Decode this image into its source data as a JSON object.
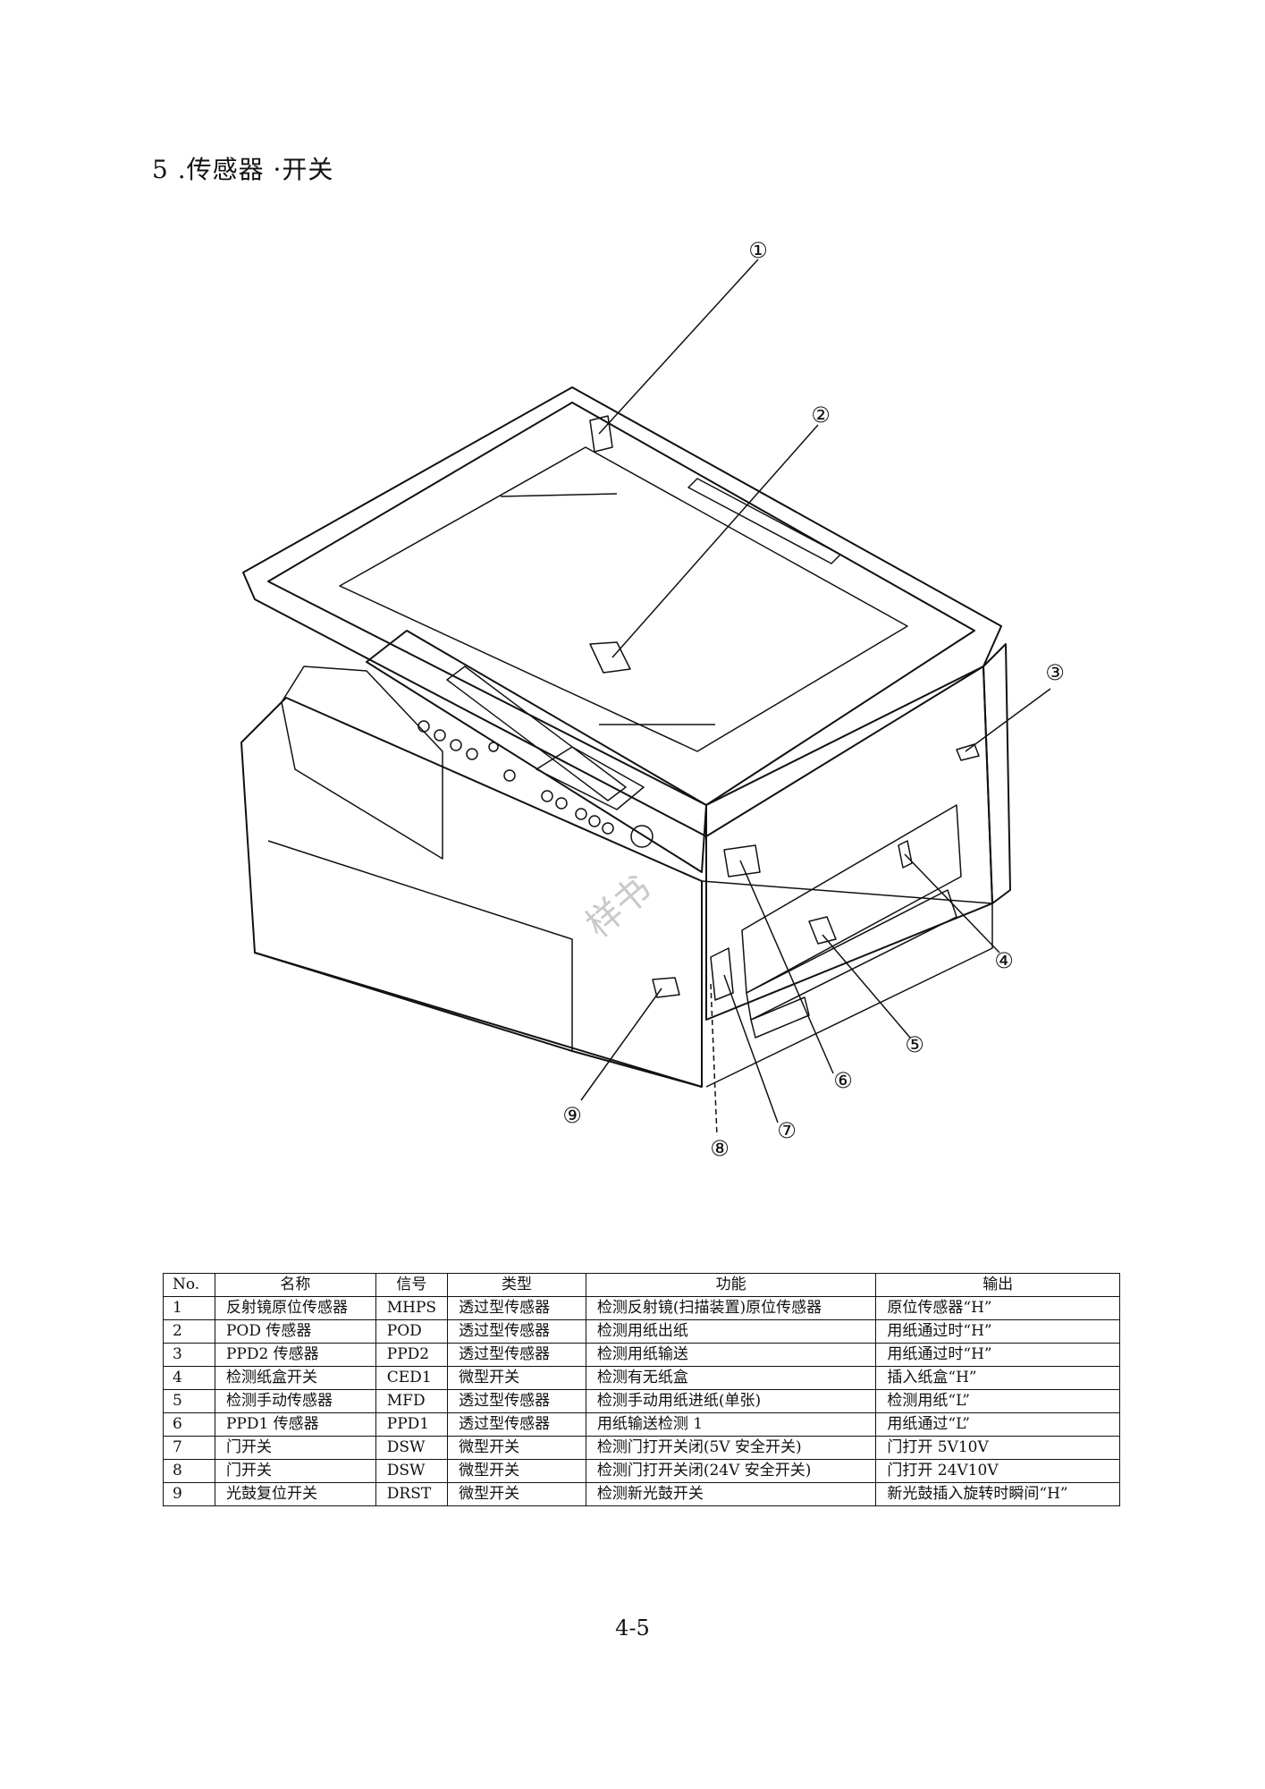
{
  "section": {
    "number": "5",
    "title": "传感器 ·开关",
    "heading": "5 .传感器 ·开关"
  },
  "figure": {
    "callouts": [
      "①",
      "②",
      "③",
      "④",
      "⑤",
      "⑥",
      "⑦",
      "⑧",
      "⑨"
    ],
    "watermark": "样书"
  },
  "table": {
    "headers": [
      "No.",
      "名称",
      "信号",
      "类型",
      "功能",
      "输出"
    ],
    "rows": [
      [
        "1",
        "反射镜原位传感器",
        "MHPS",
        "透过型传感器",
        "检测反射镜(扫描装置)原位传感器",
        "原位传感器“H”"
      ],
      [
        "2",
        "POD 传感器",
        "POD",
        "透过型传感器",
        "检测用纸出纸",
        "用纸通过时“H”"
      ],
      [
        "3",
        "PPD2 传感器",
        "PPD2",
        "透过型传感器",
        "检测用纸输送",
        "用纸通过时“H”"
      ],
      [
        "4",
        "检测纸盒开关",
        "CED1",
        "微型开关",
        "检测有无纸盒",
        "插入纸盒“H”"
      ],
      [
        "5",
        "检测手动传感器",
        "MFD",
        "透过型传感器",
        "检测手动用纸进纸(单张)",
        "检测用纸“L”"
      ],
      [
        "6",
        "PPD1 传感器",
        "PPD1",
        "透过型传感器",
        "用纸输送检测 1",
        "用纸通过“L”"
      ],
      [
        "7",
        "门开关",
        "DSW",
        "微型开关",
        "检测门打开关闭(5V 安全开关)",
        "门打开 5V10V"
      ],
      [
        "8",
        "门开关",
        "DSW",
        "微型开关",
        "检测门打开关闭(24V 安全开关)",
        "门打开 24V10V"
      ],
      [
        "9",
        "光鼓复位开关",
        "DRST",
        "微型开关",
        "检测新光鼓开关",
        "新光鼓插入旋转时瞬间“H”"
      ]
    ]
  },
  "page_number": "4-5"
}
